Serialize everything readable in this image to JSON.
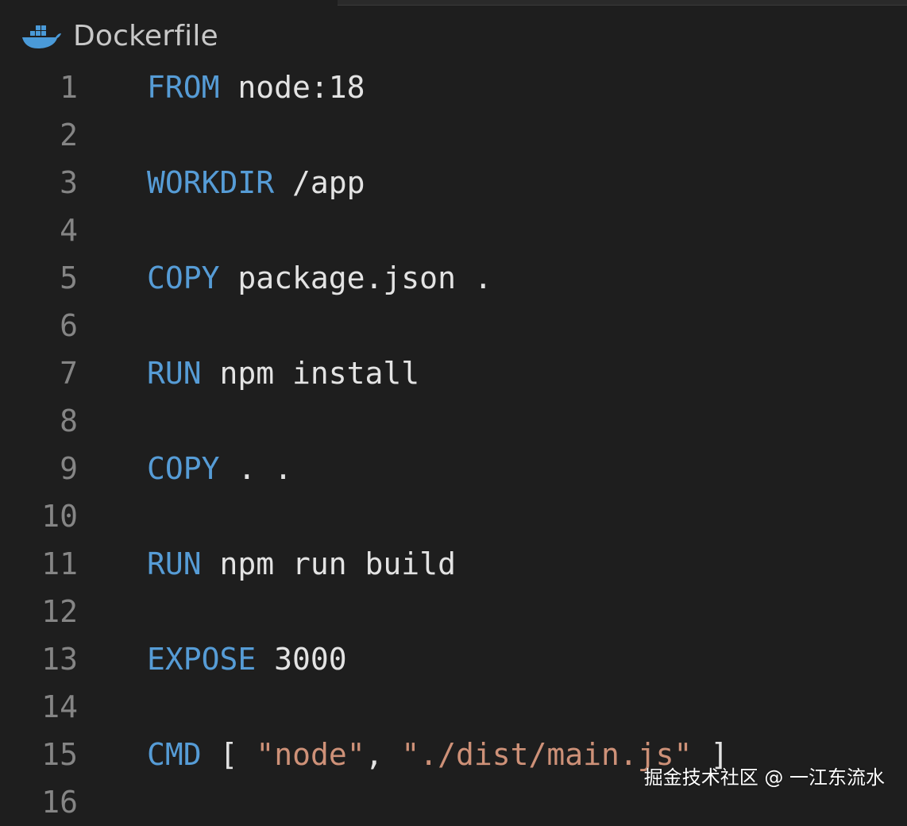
{
  "file": {
    "name": "Dockerfile",
    "icon": "docker-whale-icon"
  },
  "lines": [
    {
      "n": "1",
      "kw": "FROM",
      "arg": "node:18"
    },
    {
      "n": "2"
    },
    {
      "n": "3",
      "kw": "WORKDIR",
      "arg": "/app"
    },
    {
      "n": "4"
    },
    {
      "n": "5",
      "kw": "COPY",
      "arg": "package.json ."
    },
    {
      "n": "6"
    },
    {
      "n": "7",
      "kw": "RUN",
      "arg": "npm install"
    },
    {
      "n": "8"
    },
    {
      "n": "9",
      "kw": "COPY",
      "arg": ". ."
    },
    {
      "n": "10"
    },
    {
      "n": "11",
      "kw": "RUN",
      "arg": "npm run build"
    },
    {
      "n": "12"
    },
    {
      "n": "13",
      "kw": "EXPOSE",
      "arg": "3000"
    },
    {
      "n": "14"
    },
    {
      "n": "15",
      "kw": "CMD",
      "open": "[",
      "s1": "\"node\"",
      "comma": ",",
      "s2": "\"./dist/main.js\"",
      "close": "]"
    },
    {
      "n": "16"
    }
  ],
  "watermark": "掘金技术社区 @ 一江东流水",
  "colors": {
    "keyword": "#569cd6",
    "string": "#ce9178",
    "text": "#e3e3e3",
    "line_number": "#858585",
    "background": "#1e1e1e"
  }
}
